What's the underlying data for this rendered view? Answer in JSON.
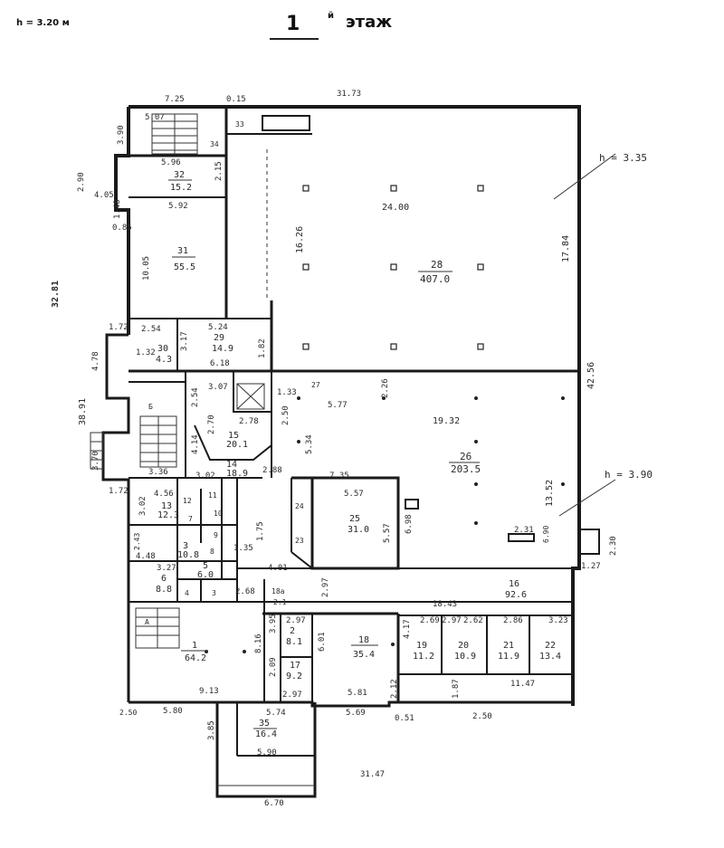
{
  "header": {
    "height_note": "h = 3.20 м",
    "floor_number": "1",
    "floor_sup": "й",
    "floor_word": "этаж"
  },
  "side_labels": {
    "left_vertical_top": "32.81",
    "left_vertical_mid": "38.91",
    "right_vertical": "42.56"
  },
  "height_marks": {
    "hall_top": "h = 3.35",
    "hall_bottom": "h = 3.90"
  },
  "dimensions": {
    "top_725": "7.25",
    "top_015": "0.15",
    "top_3173": "31.73",
    "d507": "5.07",
    "d390": "3.90",
    "d596": "5.96",
    "d215": "2.15",
    "d290": "2.90",
    "d405": "4.05",
    "d148": "1.48",
    "d085": "0.85",
    "d592": "5.92",
    "d1005": "10.05",
    "d1626": "16.26",
    "d2400": "24.00",
    "d1784": "17.84",
    "d172a": "1.72",
    "d254": "2.54",
    "d524": "5.24",
    "d478": "4.78",
    "d132": "1.32",
    "d317": "3.17",
    "d618": "6.18",
    "d182": "1.82",
    "d307": "3.07",
    "d254b": "2.54",
    "d133": "1.33",
    "d577": "5.77",
    "d226": "2.26",
    "d1932": "19.32",
    "d278": "2.78",
    "d270": "2.70",
    "d250": "2.50",
    "d534": "5.34",
    "d414": "4.14",
    "d370": "3.70",
    "d336": "3.36",
    "d302": "3.02",
    "d735": "7.35",
    "d288": "2.88",
    "d1352": "13.52",
    "d172b": "1.72",
    "d456": "4.56",
    "d557": "5.57",
    "d557b": "5.57",
    "d698": "6.98",
    "d231": "2.31",
    "d690": "6.90",
    "d230": "2.30",
    "d127": "1.27",
    "d302b": "3.02",
    "d448": "4.48",
    "d243": "2.43",
    "d135": "1.35",
    "d175": "1.75",
    "d401": "4.01",
    "d297": "2.97",
    "d1843": "18.43",
    "d327": "3.27",
    "d268": "2.68",
    "d297b": "2.97",
    "d395": "3.95",
    "d601": "6.01",
    "d269": "2.69",
    "d297c": "2.97",
    "d262": "2.62",
    "d286": "2.86",
    "d323": "3.23",
    "d816": "8.16",
    "d417": "4.17",
    "d209": "2.09",
    "d913": "9.13",
    "d297d": "2.97",
    "d581": "5.81",
    "d212": "2.12",
    "d187": "1.87",
    "d1147": "11.47",
    "d250b": "2.50",
    "d580": "5.80",
    "d574": "5.74",
    "d569": "5.69",
    "d051": "0.51",
    "d250c": "2.50",
    "d385": "3.85",
    "d590": "5.90",
    "d3147": "31.47",
    "d670": "6.70"
  },
  "rooms": [
    {
      "num": "32",
      "area": "15.2"
    },
    {
      "num": "31",
      "area": "55.5"
    },
    {
      "num": "28",
      "area": "407.0"
    },
    {
      "num": "29",
      "area": "14.9"
    },
    {
      "num": "30",
      "area": "4.3"
    },
    {
      "num": "15",
      "area": "20.1"
    },
    {
      "num": "26",
      "area": "203.5"
    },
    {
      "num": "14",
      "area": "18.9"
    },
    {
      "num": "13",
      "area": "12.3"
    },
    {
      "num": "25",
      "area": "31.0"
    },
    {
      "num": "3",
      "area": "10.8"
    },
    {
      "num": "6",
      "area": "8.8"
    },
    {
      "num": "5",
      "area": "6.0"
    },
    {
      "num": "16",
      "area": "92.6"
    },
    {
      "num": "2",
      "area": "8.1"
    },
    {
      "num": "1",
      "area": "64.2"
    },
    {
      "num": "18",
      "area": "35.4"
    },
    {
      "num": "19",
      "area": "11.2"
    },
    {
      "num": "20",
      "area": "10.9"
    },
    {
      "num": "21",
      "area": "11.9"
    },
    {
      "num": "22",
      "area": "13.4"
    },
    {
      "num": "17",
      "area": "9.2"
    },
    {
      "num": "35",
      "area": "16.4"
    }
  ],
  "small_labels": {
    "s33": "33",
    "s34": "34",
    "sB": "Б",
    "sA": "А",
    "s27": "27",
    "s24": "24",
    "s23": "23",
    "s11": "11",
    "s12": "12",
    "s10": "10",
    "s7": "7",
    "s8": "8",
    "s9": "9",
    "s4": "4",
    "s3b": "3",
    "s18a": "18а",
    "s2a": "2.1"
  }
}
